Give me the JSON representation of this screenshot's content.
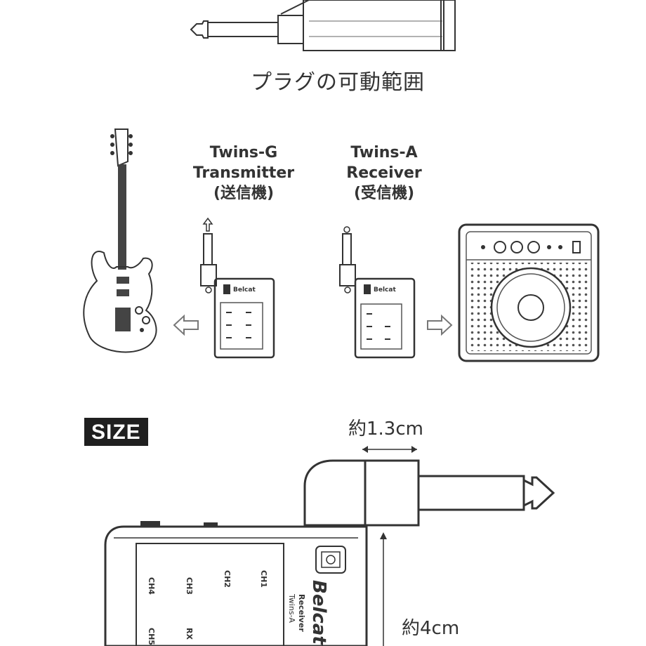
{
  "top": {
    "caption": "プラグの可動範囲"
  },
  "middle": {
    "transmitter": {
      "line1": "Twins-G",
      "line2": "Transmitter",
      "line3": "(送信機)"
    },
    "receiver": {
      "line1": "Twins-A",
      "line2": "Receiver",
      "line3": "(受信機)"
    },
    "transmitter_brand": "Belcat",
    "receiver_brand": "Belcat"
  },
  "size": {
    "badge": "SIZE",
    "width_label": "約1.3cm",
    "height_label": "約4cm",
    "device_brand": "Belcat",
    "device_model_1": "Receiver",
    "device_model_2": "Twins-A",
    "channel_labels": [
      "CH4",
      "CH3",
      "CH2",
      "CH1",
      "CH5",
      "RX"
    ]
  },
  "colors": {
    "line": "#333333",
    "badge_bg": "#1f1f1f"
  }
}
